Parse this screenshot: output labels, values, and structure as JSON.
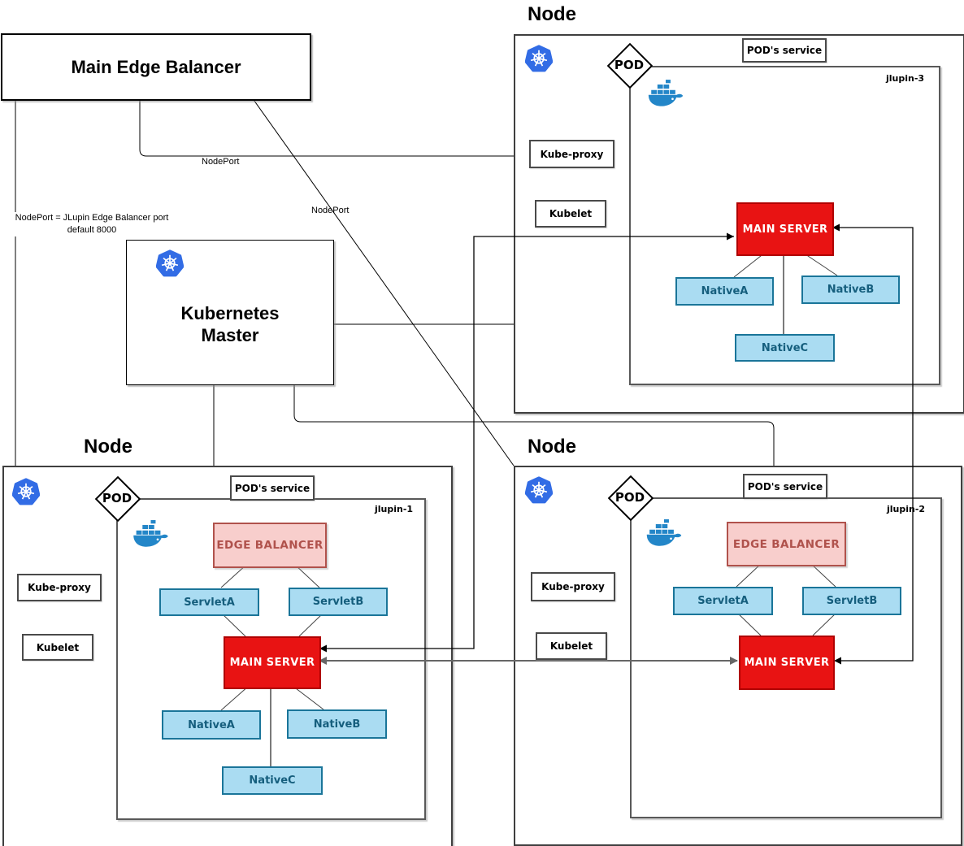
{
  "main_edge_balancer": {
    "label": "Main Edge Balancer"
  },
  "kubernetes_master": {
    "label_line1": "Kubernetes",
    "label_line2": "Master"
  },
  "annotations": {
    "nodeport_label_1": "NodePort",
    "nodeport_label_2": "NodePort",
    "nodeport_note_line1": "NodePort = JLupin Edge Balancer port",
    "nodeport_note_line2": "default 8000"
  },
  "nodes": [
    {
      "id": "jlupin-3",
      "title": "Node",
      "pod_badge": "POD",
      "pod_service": "POD's service",
      "pod_name": "jlupin-3",
      "kube_proxy": "Kube-proxy",
      "kubelet": "Kubelet",
      "main_server": "MAIN SERVER",
      "native_a": "NativeA",
      "native_b": "NativeB",
      "native_c": "NativeC"
    },
    {
      "id": "jlupin-1",
      "title": "Node",
      "pod_badge": "POD",
      "pod_service": "POD's service",
      "pod_name": "jlupin-1",
      "kube_proxy": "Kube-proxy",
      "kubelet": "Kubelet",
      "edge_balancer": "EDGE BALANCER",
      "servlet_a": "ServletA",
      "servlet_b": "ServletB",
      "main_server": "MAIN SERVER",
      "native_a": "NativeA",
      "native_b": "NativeB",
      "native_c": "NativeC"
    },
    {
      "id": "jlupin-2",
      "title": "Node",
      "pod_badge": "POD",
      "pod_service": "POD's service",
      "pod_name": "jlupin-2",
      "kube_proxy": "Kube-proxy",
      "kubelet": "Kubelet",
      "edge_balancer": "EDGE BALANCER",
      "servlet_a": "ServletA",
      "servlet_b": "ServletB",
      "main_server": "MAIN SERVER"
    }
  ],
  "icons": {
    "kubernetes": "kubernetes-logo-icon",
    "docker": "docker-whale-icon",
    "pod": "pod-diamond-badge"
  },
  "colors": {
    "red_fill": "#e81313",
    "red_border": "#b00000",
    "blue_fill": "#aadcf2",
    "blue_border": "#1a7599",
    "blue_text": "#155e7d",
    "pink_fill": "#f8cecc",
    "pink_border": "#b0524c",
    "kubernetes_blue": "#326ce5",
    "docker_blue": "#2386c8",
    "line_black": "#000000",
    "line_gray": "#666666"
  }
}
